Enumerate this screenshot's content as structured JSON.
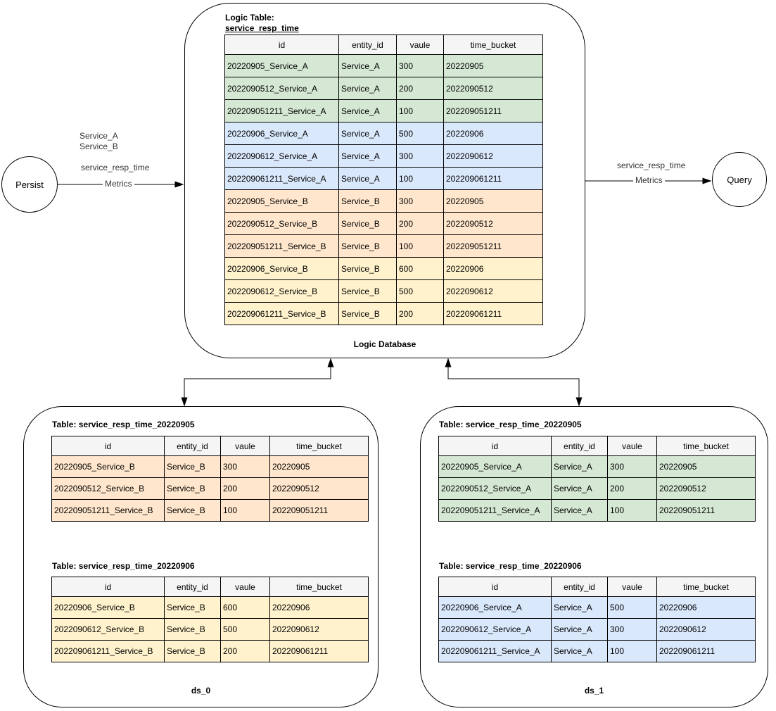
{
  "nodes": {
    "persist": "Persist",
    "query": "Query"
  },
  "edges": {
    "persist_to_db": {
      "services": [
        "Service_A",
        "Service_B"
      ],
      "metric_name": "service_resp_time",
      "label": "Metrics"
    },
    "db_to_query": {
      "metric_name": "service_resp_time",
      "label": "Metrics"
    }
  },
  "logic_database": {
    "title_line1": "Logic Table:",
    "title_line2": "service_resp_time",
    "footer": "Logic Database",
    "table": {
      "headers": [
        "id",
        "entity_id",
        "vaule",
        "time_bucket"
      ],
      "rows": [
        {
          "cells": [
            "20220905_Service_A",
            "Service_A",
            "300",
            "20220905"
          ],
          "color": "green"
        },
        {
          "cells": [
            "2022090512_Service_A",
            "Service_A",
            "200",
            "2022090512"
          ],
          "color": "green"
        },
        {
          "cells": [
            "202209051211_Service_A",
            "Service_A",
            "100",
            "202209051211"
          ],
          "color": "green"
        },
        {
          "cells": [
            "20220906_Service_A",
            "Service_A",
            "500",
            "20220906"
          ],
          "color": "blue"
        },
        {
          "cells": [
            "2022090612_Service_A",
            "Service_A",
            "300",
            "2022090612"
          ],
          "color": "blue"
        },
        {
          "cells": [
            "202209061211_Service_A",
            "Service_A",
            "100",
            "202209061211"
          ],
          "color": "blue"
        },
        {
          "cells": [
            "20220905_Service_B",
            "Service_B",
            "300",
            "20220905"
          ],
          "color": "orange"
        },
        {
          "cells": [
            "2022090512_Service_B",
            "Service_B",
            "200",
            "2022090512"
          ],
          "color": "orange"
        },
        {
          "cells": [
            "202209051211_Service_B",
            "Service_B",
            "100",
            "202209051211"
          ],
          "color": "orange"
        },
        {
          "cells": [
            "20220906_Service_B",
            "Service_B",
            "600",
            "20220906"
          ],
          "color": "yellow"
        },
        {
          "cells": [
            "2022090612_Service_B",
            "Service_B",
            "500",
            "2022090612"
          ],
          "color": "yellow"
        },
        {
          "cells": [
            "202209061211_Service_B",
            "Service_B",
            "200",
            "202209061211"
          ],
          "color": "yellow"
        }
      ]
    }
  },
  "ds_0": {
    "footer": "ds_0",
    "tables": [
      {
        "title": "Table: service_resp_time_20220905",
        "headers": [
          "id",
          "entity_id",
          "vaule",
          "time_bucket"
        ],
        "rows": [
          {
            "cells": [
              "20220905_Service_B",
              "Service_B",
              "300",
              "20220905"
            ],
            "color": "orange"
          },
          {
            "cells": [
              "2022090512_Service_B",
              "Service_B",
              "200",
              "2022090512"
            ],
            "color": "orange"
          },
          {
            "cells": [
              "202209051211_Service_B",
              "Service_B",
              "100",
              "202209051211"
            ],
            "color": "orange"
          }
        ]
      },
      {
        "title": "Table: service_resp_time_20220906",
        "headers": [
          "id",
          "entity_id",
          "vaule",
          "time_bucket"
        ],
        "rows": [
          {
            "cells": [
              "20220906_Service_B",
              "Service_B",
              "600",
              "20220906"
            ],
            "color": "yellow"
          },
          {
            "cells": [
              "2022090612_Service_B",
              "Service_B",
              "500",
              "2022090612"
            ],
            "color": "yellow"
          },
          {
            "cells": [
              "202209061211_Service_B",
              "Service_B",
              "200",
              "202209061211"
            ],
            "color": "yellow"
          }
        ]
      }
    ]
  },
  "ds_1": {
    "footer": "ds_1",
    "tables": [
      {
        "title": "Table: service_resp_time_20220905",
        "headers": [
          "id",
          "entity_id",
          "vaule",
          "time_bucket"
        ],
        "rows": [
          {
            "cells": [
              "20220905_Service_A",
              "Service_A",
              "300",
              "20220905"
            ],
            "color": "green"
          },
          {
            "cells": [
              "2022090512_Service_A",
              "Service_A",
              "200",
              "2022090512"
            ],
            "color": "green"
          },
          {
            "cells": [
              "202209051211_Service_A",
              "Service_A",
              "100",
              "202209051211"
            ],
            "color": "green"
          }
        ]
      },
      {
        "title": "Table: service_resp_time_20220906",
        "headers": [
          "id",
          "entity_id",
          "vaule",
          "time_bucket"
        ],
        "rows": [
          {
            "cells": [
              "20220906_Service_A",
              "Service_A",
              "500",
              "20220906"
            ],
            "color": "blue"
          },
          {
            "cells": [
              "2022090612_Service_A",
              "Service_A",
              "300",
              "2022090612"
            ],
            "color": "blue"
          },
          {
            "cells": [
              "202209061211_Service_A",
              "Service_A",
              "100",
              "202209061211"
            ],
            "color": "blue"
          }
        ]
      }
    ]
  },
  "colors": {
    "green": "#d5e8d4",
    "blue": "#dae8fc",
    "orange": "#ffe6cc",
    "yellow": "#fff2cc",
    "header": "#f5f5f5",
    "border": "#000000"
  }
}
